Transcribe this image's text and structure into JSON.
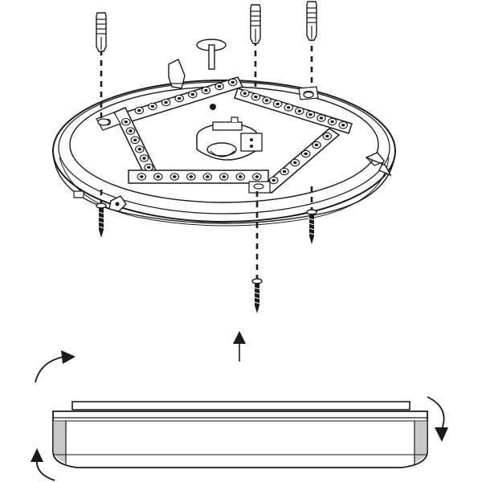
{
  "figure": {
    "kind": "installation-instruction-drawing",
    "line_color": "#1a1a1a",
    "fill_color": "#ffffff",
    "shade_color": "#9a9a9a",
    "steps": [
      {
        "name": "mount-base-plate",
        "parts": [
          "wall-plug",
          "screw",
          "led-board",
          "lamp-base",
          "center-socket"
        ]
      },
      {
        "name": "attach-diffuser",
        "parts": [
          "diffuser-cover",
          "rotation-arrows"
        ]
      }
    ],
    "rotation": "clockwise"
  }
}
